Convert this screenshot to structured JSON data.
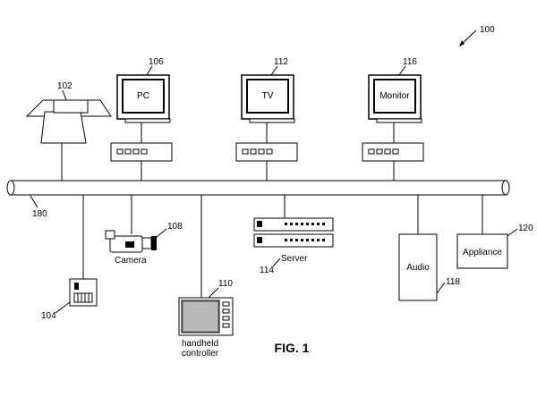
{
  "figure_label": "FIG. 1",
  "refs": {
    "system": "100",
    "phone": "102",
    "device_104": "104",
    "pc": "106",
    "camera": "108",
    "handheld": "110",
    "tv": "112",
    "server": "114",
    "monitor": "116",
    "audio": "118",
    "appliance": "120",
    "bus": "180"
  },
  "labels": {
    "pc": "PC",
    "tv": "TV",
    "monitor": "Monitor",
    "camera": "Camera",
    "server": "Server",
    "audio": "Audio",
    "appliance": "Appliance",
    "handheld_line1": "handheld",
    "handheld_line2": "controller"
  }
}
